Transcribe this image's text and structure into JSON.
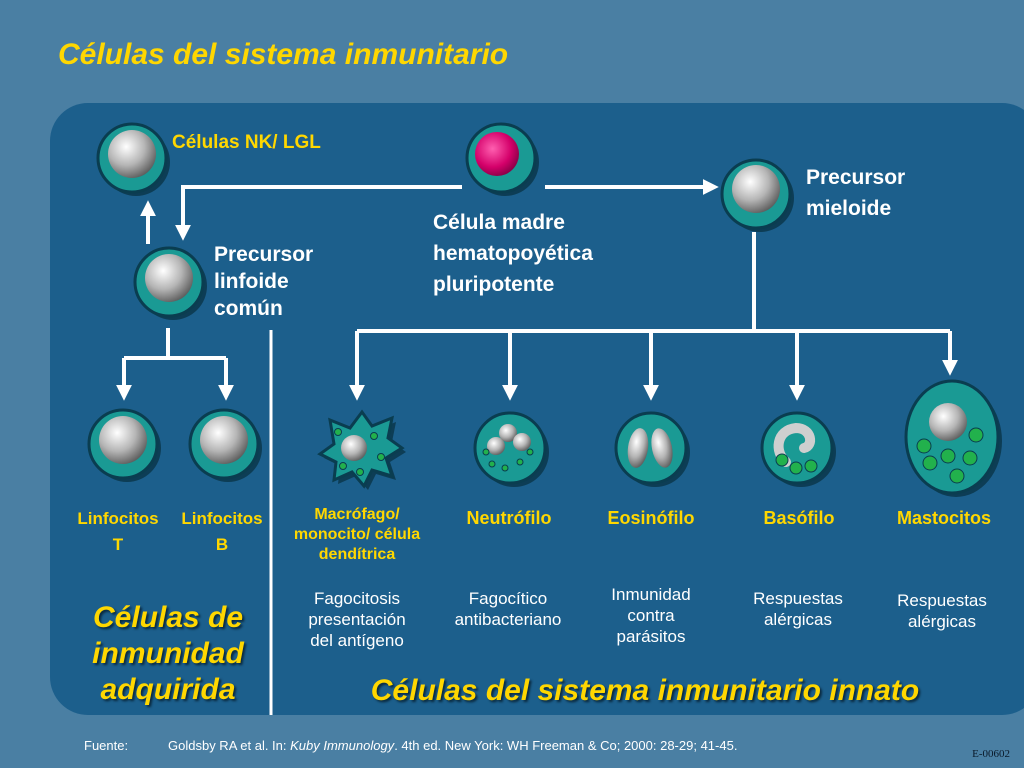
{
  "title": "Células del sistema inmunitario",
  "nodes": {
    "nk": "Células NK/ LGL",
    "stem": [
      "Célula madre",
      "hematopoyética",
      "pluripotente"
    ],
    "myeloid": [
      "Precursor",
      "mieloide"
    ],
    "lymphoid": [
      "Precursor",
      "linfoide",
      "común"
    ]
  },
  "lymphocytes": {
    "t": [
      "Linfocitos",
      "T"
    ],
    "b": [
      "Linfocitos",
      "B"
    ]
  },
  "innate_cells": {
    "macrophage": [
      "Macrófago/",
      "monocito/ célula",
      "dendítrica"
    ],
    "neutrophil": "Neutrófilo",
    "eosinophil": "Eosinófilo",
    "basophil": "Basófilo",
    "mast": "Mastocitos"
  },
  "functions": {
    "macrophage": [
      "Fagocitosis",
      "presentación",
      "del antígeno"
    ],
    "neutrophil": [
      "Fagocítico",
      "antibacteriano"
    ],
    "eosinophil": [
      "Inmunidad",
      "contra",
      "parásitos"
    ],
    "basophil": [
      "Respuestas",
      "alérgicas"
    ],
    "mast": [
      "Respuestas",
      "alérgicas"
    ]
  },
  "groups": {
    "adaptive": [
      "Células de",
      "inmunidad",
      "adquirida"
    ],
    "innate": "Células del sistema inmunitario innato"
  },
  "footer": {
    "label": "Fuente:",
    "pre": "Goldsby RA et al. In: ",
    "book": "Kuby Immunology",
    "post": ". 4th ed. New York: WH Freeman & Co; 2000: 28-29; 41-45.",
    "code": "E-00602"
  },
  "colors": {
    "background": "#4a7fa3",
    "panel": "#1c5f8c",
    "cell_fill": "#1a9a94",
    "title": "#ffd700",
    "stem_nucleus": "#d4006a",
    "granule": "#22b14c"
  }
}
